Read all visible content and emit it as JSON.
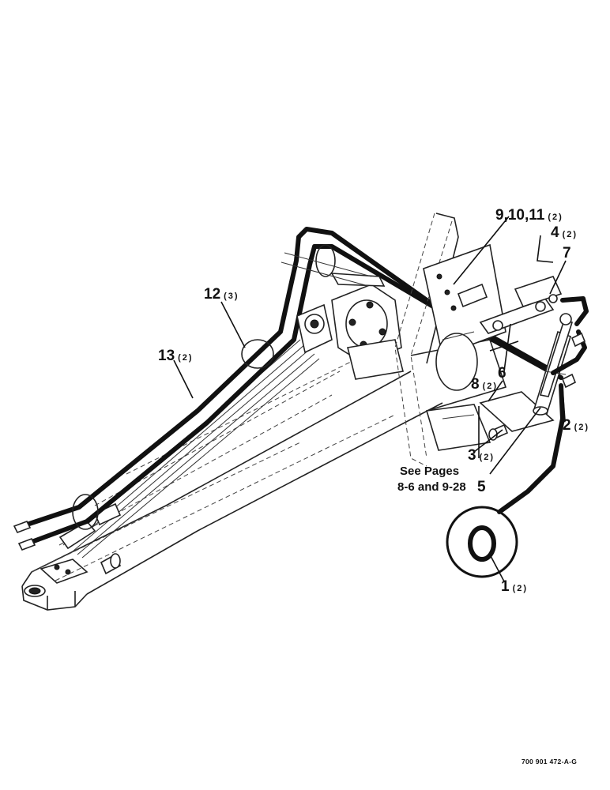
{
  "callouts": [
    {
      "id": "c1",
      "number": "1",
      "qty": "(2)"
    },
    {
      "id": "c2",
      "number": "2",
      "qty": "(2)"
    },
    {
      "id": "c3",
      "number": "3",
      "qty": "(2)"
    },
    {
      "id": "c4",
      "number": "4",
      "qty": "(2)"
    },
    {
      "id": "c5",
      "number": "5",
      "qty": ""
    },
    {
      "id": "c6",
      "number": "6",
      "qty": ""
    },
    {
      "id": "c7",
      "number": "7",
      "qty": ""
    },
    {
      "id": "c8",
      "number": "8",
      "qty": "(2)"
    },
    {
      "id": "c9",
      "number": "9,10,11",
      "qty": "(2)"
    },
    {
      "id": "c12",
      "number": "12",
      "qty": "(3)"
    },
    {
      "id": "c13",
      "number": "13",
      "qty": "(2)"
    }
  ],
  "note": {
    "line1": "See Pages",
    "line2": "8-6 and 9-28"
  },
  "figure_id": "700 901 472-A-G"
}
